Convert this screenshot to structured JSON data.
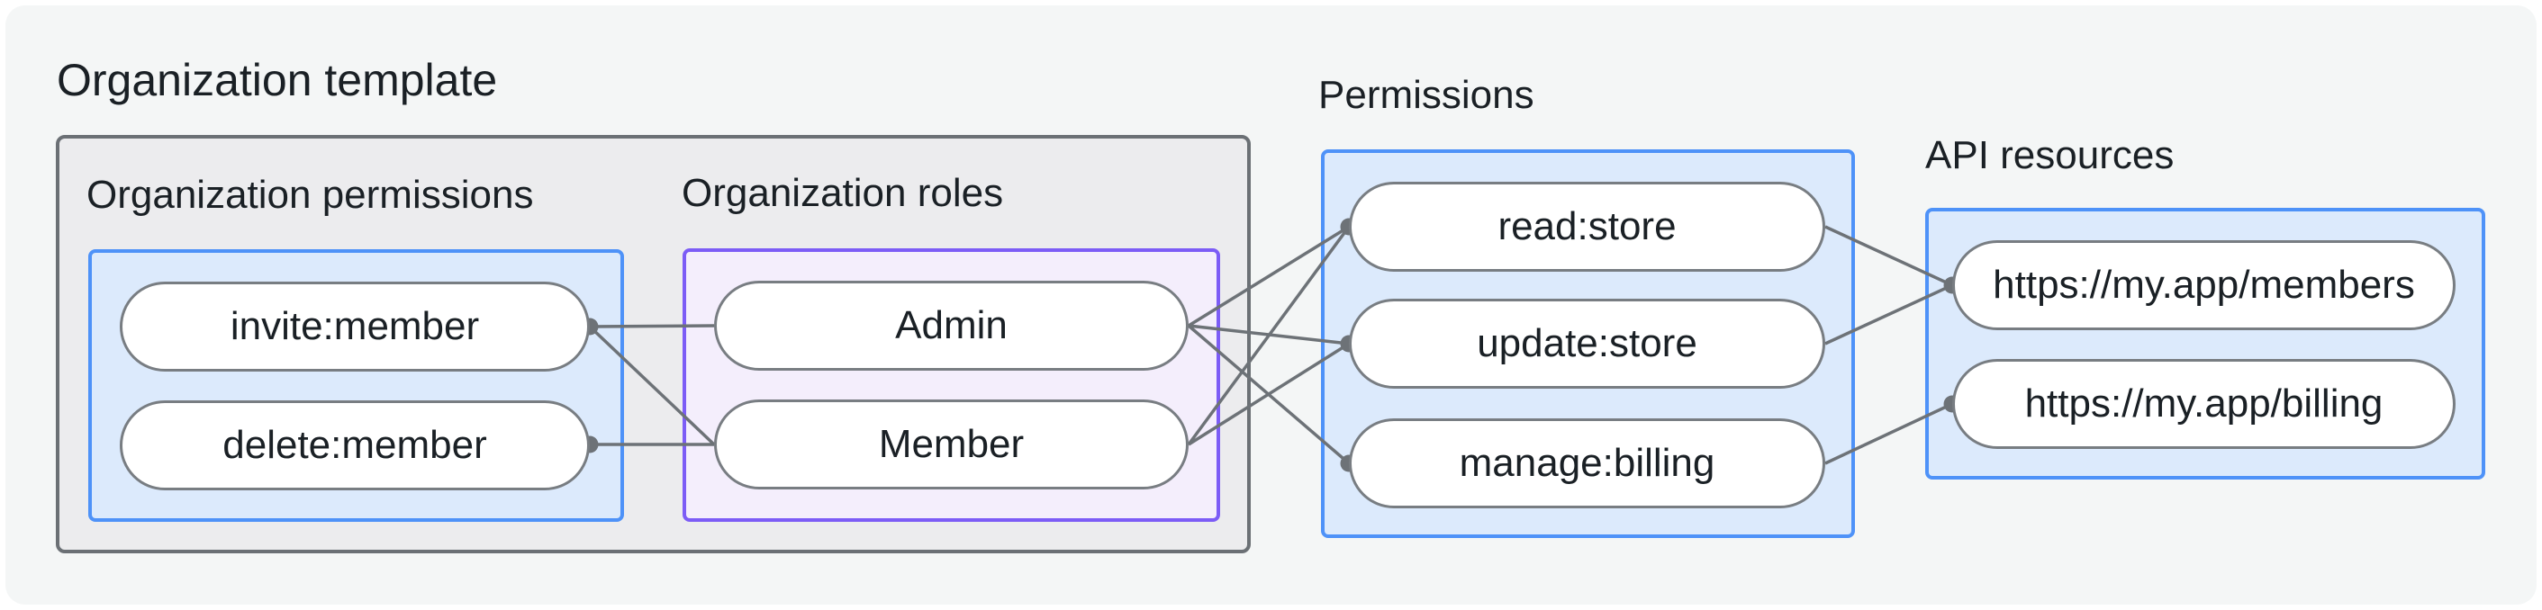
{
  "diagram": {
    "groups": {
      "organization_template": {
        "label": "Organization template"
      },
      "organization_permissions": {
        "label": "Organization permissions",
        "items": [
          "invite:member",
          "delete:member"
        ]
      },
      "organization_roles": {
        "label": "Organization roles",
        "items": [
          "Admin",
          "Member"
        ]
      },
      "permissions": {
        "label": "Permissions",
        "items": [
          "read:store",
          "update:store",
          "manage:billing"
        ]
      },
      "api_resources": {
        "label": "API resources",
        "items": [
          "https://my.app/members",
          "https://my.app/billing"
        ]
      }
    },
    "edges": [
      {
        "from": "invite:member",
        "to": "Admin"
      },
      {
        "from": "invite:member",
        "to": "Member"
      },
      {
        "from": "delete:member",
        "to": "Member"
      },
      {
        "from": "Admin",
        "to": "read:store"
      },
      {
        "from": "Admin",
        "to": "update:store"
      },
      {
        "from": "Admin",
        "to": "manage:billing"
      },
      {
        "from": "Member",
        "to": "read:store"
      },
      {
        "from": "Member",
        "to": "update:store"
      },
      {
        "from": "read:store",
        "to": "https://my.app/members"
      },
      {
        "from": "update:store",
        "to": "https://my.app/members"
      },
      {
        "from": "manage:billing",
        "to": "https://my.app/billing"
      }
    ],
    "colors": {
      "canvas_bg": "#f4f6f6",
      "template_box_fill": "#ececee",
      "template_box_border": "#6b7075",
      "blue_box_fill": "#dceafc",
      "blue_box_border": "#4e92f8",
      "purple_box_fill": "#f4eefc",
      "purple_box_border": "#7c5cf6",
      "pill_border": "#787d82",
      "edge": "#6d7277",
      "text": "#1a2025"
    }
  }
}
